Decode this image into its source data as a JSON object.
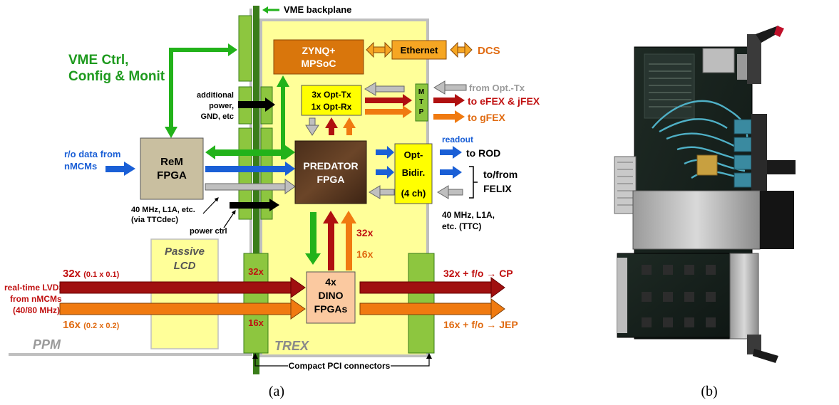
{
  "labels": {
    "vme_backplane": "VME backplane",
    "vme_ctrl_1": "VME Ctrl,",
    "vme_ctrl_2": "Config & Monit",
    "zynq_1": "ZYNQ+",
    "zynq_2": "MPSoC",
    "ethernet": "Ethernet",
    "dcs": "DCS",
    "opt_tx_1": "3x Opt-Tx",
    "opt_tx_2": "1x Opt-Rx",
    "mtp_m": "M",
    "mtp_t": "T",
    "mtp_p": "P",
    "from_opt_tx": "from Opt.-Tx",
    "to_efex": "to eFEX & jFEX",
    "to_gfex": "to gFEX",
    "add_power_1": "additional",
    "add_power_2": "power,",
    "add_power_3": "GND, etc",
    "ro_data_1": "r/o data from",
    "ro_data_2": "nMCMs",
    "rem_1": "ReM",
    "rem_2": "FPGA",
    "predator_1": "PREDATOR",
    "predator_2": "FPGA",
    "bidir_1": "Opt-",
    "bidir_2": "Bidir.",
    "bidir_3": "(4 ch)",
    "readout": "readout",
    "to_rod": "to ROD",
    "to_from": "to/from",
    "felix": "FELIX",
    "rem_clk_1": "40 MHz, L1A, etc.",
    "rem_clk_2": "(via TTCdec)",
    "power_ctrl": "power ctrl",
    "ttc_1": "40 MHz, L1A,",
    "ttc_2": "etc. (TTC)",
    "n32x": "32x",
    "n16x": "16x",
    "passive_1": "Passive",
    "passive_2": "LCD",
    "x32_conn": "32x",
    "x16_conn": "16x",
    "rt_1": "real-time LVDS",
    "rt_2": "from nMCMs",
    "rt_3": "(40/80 MHz)",
    "in32_a": "32x ",
    "in32_b": "(0.1 x 0.1)",
    "in16_a": "16x ",
    "in16_b": "(0.2 x 0.2)",
    "dino_1": "4x",
    "dino_2": "DINO",
    "dino_3": "FPGAs",
    "out_cp": "32x + f/o → CP",
    "out_jep": "16x + f/o → JEP",
    "ppm": "PPM",
    "trex": "TREX",
    "cpci": "Compact PCI connectors",
    "caption_a": "(a)",
    "caption_b": "(b)"
  },
  "colors": {
    "trex_bg": "#ffff99",
    "green_dark": "#3a7d1a",
    "green_light": "#8dc63f",
    "green_arrow": "#22b21a",
    "orange_box": "#d9760c",
    "orange_light": "#f6a623",
    "red": "#b01010",
    "orange_arrow": "#f07a10",
    "blue": "#1a5fd6",
    "grey": "#bfbfbf",
    "rem": "#c9bfa0",
    "dino": "#fbc9a0",
    "wood": "#5a3a22"
  }
}
